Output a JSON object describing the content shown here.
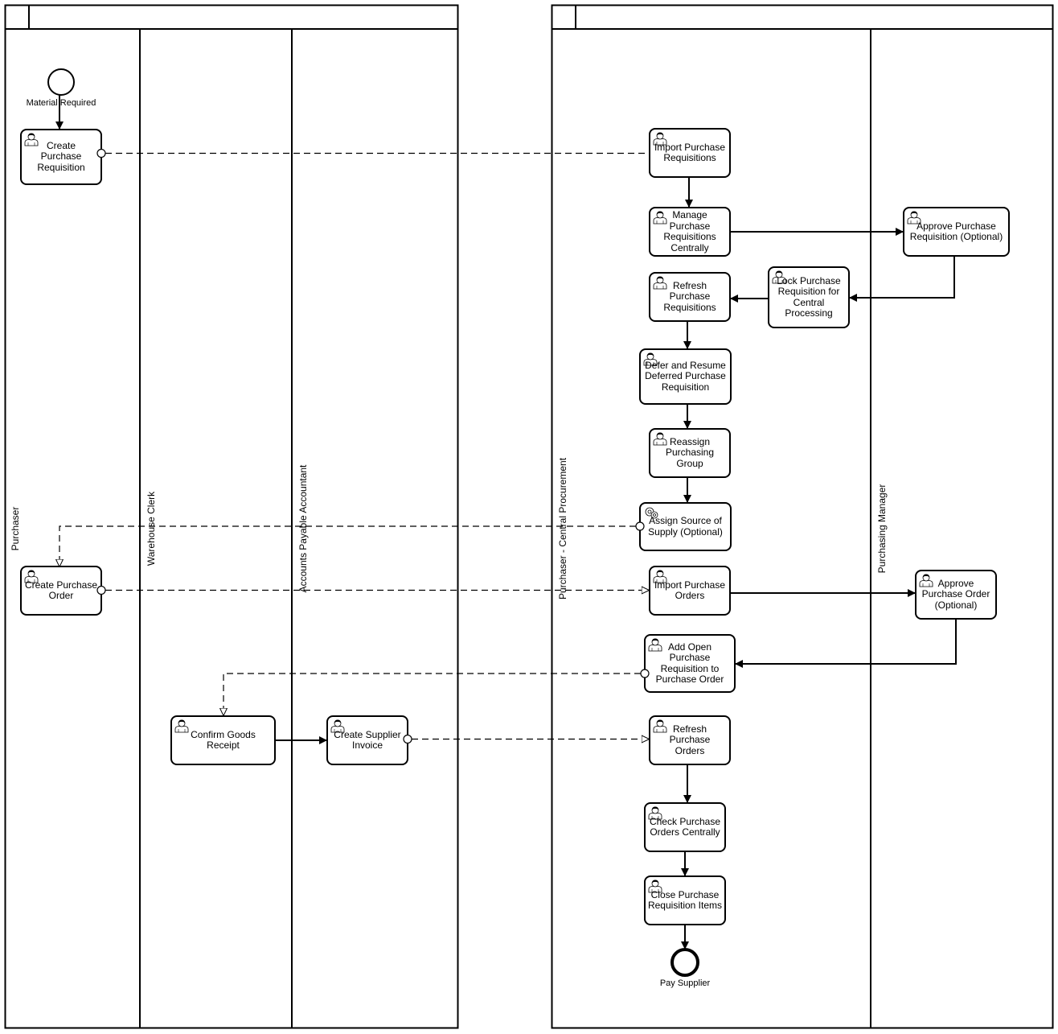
{
  "pools": [
    {
      "id": "pool-left",
      "lanes": [
        "Purchaser",
        "Warehouse Clerk",
        "Accounts Payable Accountant"
      ]
    },
    {
      "id": "pool-right",
      "lanes": [
        "Purchaser - Central Procurement",
        "Purchasing Manager"
      ]
    }
  ],
  "events": {
    "start": "Material Required",
    "end": "Pay Supplier"
  },
  "tasks": {
    "create_pr": "Create Purchase Requisition",
    "create_po": "Create Purchase Order",
    "confirm_gr": "Confirm Goods Receipt",
    "create_invoice": "Create Supplier Invoice",
    "import_pr": "Import Purchase Requisitions",
    "manage_pr": "Manage Purchase Requisitions Centrally",
    "approve_pr": "Approve Purchase Requisition (Optional)",
    "lock_pr": "Lock Purchase Requisition for Central Processing",
    "refresh_pr": "Refresh Purchase Requisitions",
    "defer_pr": "Defer and Resume Deferred Purchase Requisition",
    "reassign_pg": "Reassign Purchasing Group",
    "assign_source": "Assign Source of Supply (Optional)",
    "import_po": "Import Purchase Orders",
    "approve_po": "Approve Purchase Order (Optional)",
    "add_open_pr": "Add Open Purchase Requisition to Purchase Order",
    "refresh_po": "Refresh Purchase Orders",
    "check_po": "Check Purchase Orders Centrally",
    "close_pr_items": "Close Purchase Requisition Items"
  },
  "icons": {
    "user_task": "user-icon",
    "service_task": "gear-icon"
  }
}
